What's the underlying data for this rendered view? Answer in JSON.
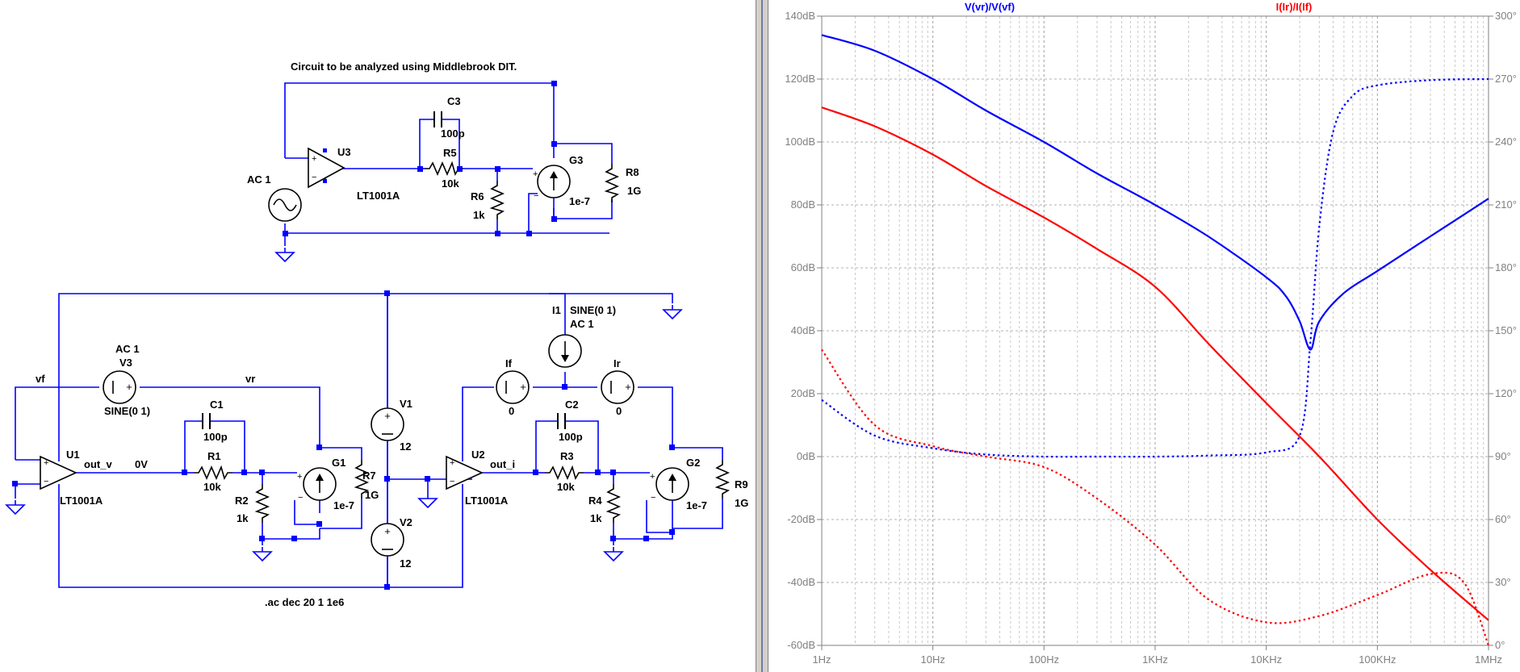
{
  "schematic": {
    "title": "Circuit to be analyzed using Middlebrook DIT.",
    "directive": ".ac dec 20 1 1e6",
    "labels": {
      "u3": "U3",
      "lt1001a_u3": "LT1001A",
      "ac1_src": "AC 1",
      "c3": "C3",
      "c3_val": "100p",
      "r5": "R5",
      "r5_val": "10k",
      "r6": "R6",
      "r6_val": "1k",
      "g3": "G3",
      "g3_val": "1e-7",
      "r8": "R8",
      "r8_val": "1G",
      "vf": "vf",
      "vr": "vr",
      "v3_ac": "AC 1",
      "v3": "V3",
      "v3_sine": "SINE(0 1)",
      "u1": "U1",
      "out_v": "out_v",
      "zero_v": "0V",
      "lt1001a_u1": "LT1001A",
      "c1": "C1",
      "c1_val": "100p",
      "r1": "R1",
      "r1_val": "10k",
      "r2": "R2",
      "r2_val": "1k",
      "g1": "G1",
      "g1_val": "1e-7",
      "r7": "R7",
      "r7_val": "1G",
      "v1": "V1",
      "v1_val": "12",
      "v2": "V2",
      "v2_val": "12",
      "i1": "I1",
      "i1_sine": "SINE(0 1)",
      "i1_ac": "AC 1",
      "if": "If",
      "if_val": "0",
      "ir": "Ir",
      "ir_val": "0",
      "u2": "U2",
      "out_i": "out_i",
      "lt1001a_u2": "LT1001A",
      "c2": "C2",
      "c2_val": "100p",
      "r3": "R3",
      "r3_val": "10k",
      "r4": "R4",
      "r4_val": "1k",
      "g2": "G2",
      "g2_val": "1e-7",
      "r9": "R9",
      "r9_val": "1G"
    }
  },
  "chart_data": {
    "type": "line",
    "x_scale": "log",
    "xlim": [
      1,
      1000000
    ],
    "ylim": [
      -60,
      140
    ],
    "y2lim": [
      0,
      300
    ],
    "grid": true,
    "x_tick_labels": [
      "1Hz",
      "10Hz",
      "100Hz",
      "1KHz",
      "10KHz",
      "100KHz",
      "1MHz"
    ],
    "y_tick_labels": [
      "140dB",
      "120dB",
      "100dB",
      "80dB",
      "60dB",
      "40dB",
      "20dB",
      "0dB",
      "-20dB",
      "-40dB",
      "-60dB"
    ],
    "y2_tick_labels": [
      "300°",
      "270°",
      "240°",
      "210°",
      "180°",
      "150°",
      "120°",
      "90°",
      "60°",
      "30°",
      "0°"
    ],
    "series": [
      {
        "name": "V(vr)/V(vf)",
        "color": "#0000ff",
        "quantity": "magnitude",
        "axis": "left",
        "x": [
          1,
          3,
          10,
          30,
          100,
          300,
          1000,
          3000,
          10000,
          15000,
          20000,
          25000,
          30000,
          50000,
          100000,
          300000,
          1000000
        ],
        "y": [
          134,
          129,
          120,
          110,
          100,
          90,
          80,
          70,
          57,
          51,
          43,
          34,
          43,
          52,
          59,
          70,
          82
        ]
      },
      {
        "name": "V(vr)/V(vf)",
        "color": "#0000ff",
        "quantity": "phase",
        "axis": "right",
        "x": [
          1,
          3,
          10,
          30,
          100,
          300,
          1000,
          3000,
          10000,
          20000,
          25000,
          30000,
          40000,
          60000,
          100000,
          300000,
          1000000
        ],
        "y": [
          117,
          100,
          94,
          91,
          90,
          90,
          90,
          90.5,
          92,
          100,
          145,
          200,
          245,
          262,
          267,
          269.5,
          270
        ]
      },
      {
        "name": "I(Ir)/I(If)",
        "color": "#ff0000",
        "quantity": "magnitude",
        "axis": "left",
        "x": [
          1,
          3,
          10,
          30,
          100,
          300,
          1000,
          3000,
          10000,
          30000,
          100000,
          300000,
          1000000
        ],
        "y": [
          111,
          105,
          96,
          86,
          76,
          66,
          54,
          36,
          17,
          0,
          -20,
          -36,
          -52
        ]
      },
      {
        "name": "I(Ir)/I(If)",
        "color": "#ff0000",
        "quantity": "phase",
        "axis": "right",
        "x": [
          1,
          3,
          10,
          30,
          100,
          300,
          1000,
          3000,
          10000,
          30000,
          100000,
          300000,
          600000,
          1000000
        ],
        "y": [
          141,
          105,
          95,
          90,
          85,
          70,
          48,
          22,
          11,
          14,
          24,
          34,
          30,
          0
        ]
      }
    ]
  }
}
